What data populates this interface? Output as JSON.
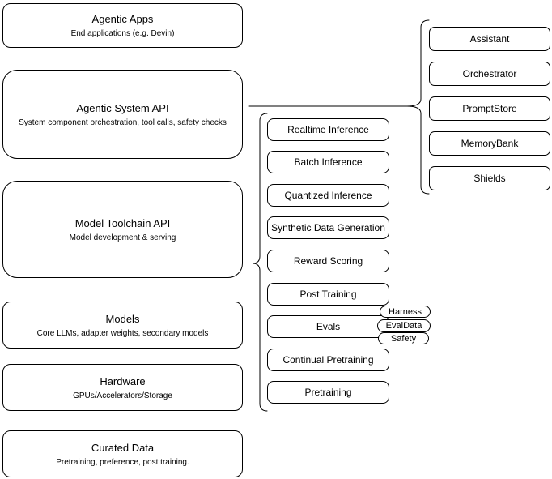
{
  "diagram": {
    "stack": [
      {
        "title": "Agentic Apps",
        "subtitle": "End applications (e.g. Devin)"
      },
      {
        "title": "Agentic System API",
        "subtitle": "System component orchestration, tool calls, safety checks"
      },
      {
        "title": "Model Toolchain API",
        "subtitle": "Model development & serving"
      },
      {
        "title": "Models",
        "subtitle": "Core LLMs, adapter weights, secondary models"
      },
      {
        "title": "Hardware",
        "subtitle": "GPUs/Accelerators/Storage"
      },
      {
        "title": "Curated Data",
        "subtitle": "Pretraining, preference, post training."
      }
    ],
    "toolchain_components": [
      "Realtime Inference",
      "Batch Inference",
      "Quantized Inference",
      "Synthetic Data Generation",
      "Reward Scoring",
      "Post Training",
      "Evals",
      "Continual Pretraining",
      "Pretraining"
    ],
    "eval_pills": [
      "Harness",
      "EvalData",
      "Safety"
    ],
    "system_components": [
      "Assistant",
      "Orchestrator",
      "PromptStore",
      "MemoryBank",
      "Shields"
    ],
    "colors": {
      "stroke": "#000000",
      "background": "#ffffff",
      "node_fill": "#ffffff"
    }
  }
}
